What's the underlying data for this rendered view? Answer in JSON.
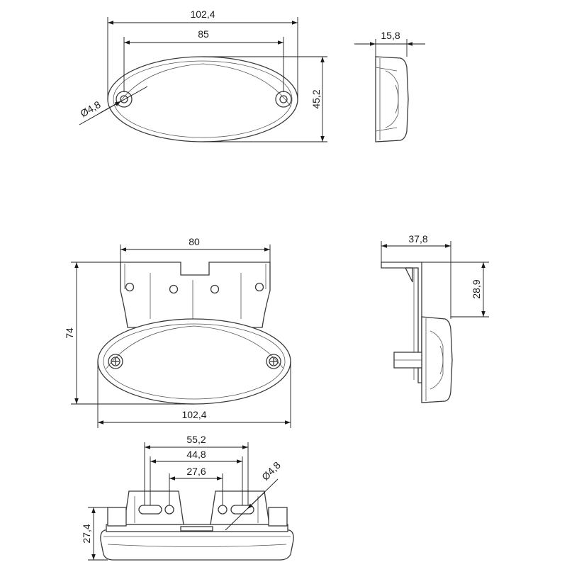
{
  "diagram": {
    "top_view": {
      "overall_width": "102,4",
      "hole_spacing": "85",
      "height": "45,2",
      "hole_diameter": "Ø4,8"
    },
    "side_view_top": {
      "depth": "15,8"
    },
    "bracket_front_view": {
      "bracket_width": "80",
      "overall_height": "74",
      "overall_width": "102,4"
    },
    "bracket_side_view": {
      "depth": "37,8",
      "offset_height": "28,9"
    },
    "bottom_view": {
      "slot_span": "55,2",
      "slot_center_span": "44,8",
      "hole_span": "27,6",
      "hole_diameter": "Ø4,8",
      "height": "27,4"
    }
  }
}
